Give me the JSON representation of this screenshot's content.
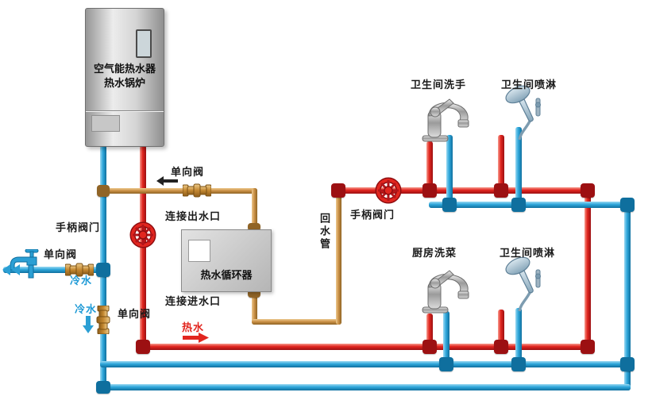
{
  "colors": {
    "hot_pipe": "#e2261f",
    "cold_pipe": "#2ea7db",
    "return_pipe": "#cd9348",
    "label_text": "#1a1a1a",
    "cold_text": "#1f9ad6",
    "hot_text": "#e2261f"
  },
  "boiler": {
    "name_line1": "空气能热水器",
    "name_line2": "热水锅炉"
  },
  "circulator": {
    "name": "热水循环器",
    "outlet_label": "连接出水口",
    "inlet_label": "连接进水口"
  },
  "valves": {
    "check_inlet": "单向阀",
    "check_return": "单向阀",
    "check_drop": "单向阀",
    "handle_left": "手柄阀门",
    "handle_mid": "手柄阀门"
  },
  "flows": {
    "cold_inlet": "冷水",
    "cold_drop": "冷水",
    "hot": "热水",
    "return_pipe": "回水管"
  },
  "fixtures": {
    "bathroom_sink": "卫生间洗手",
    "bathroom_shower_top": "卫生间喷淋",
    "kitchen_sink": "厨房洗菜",
    "bathroom_shower_bottom": "卫生间喷淋"
  }
}
